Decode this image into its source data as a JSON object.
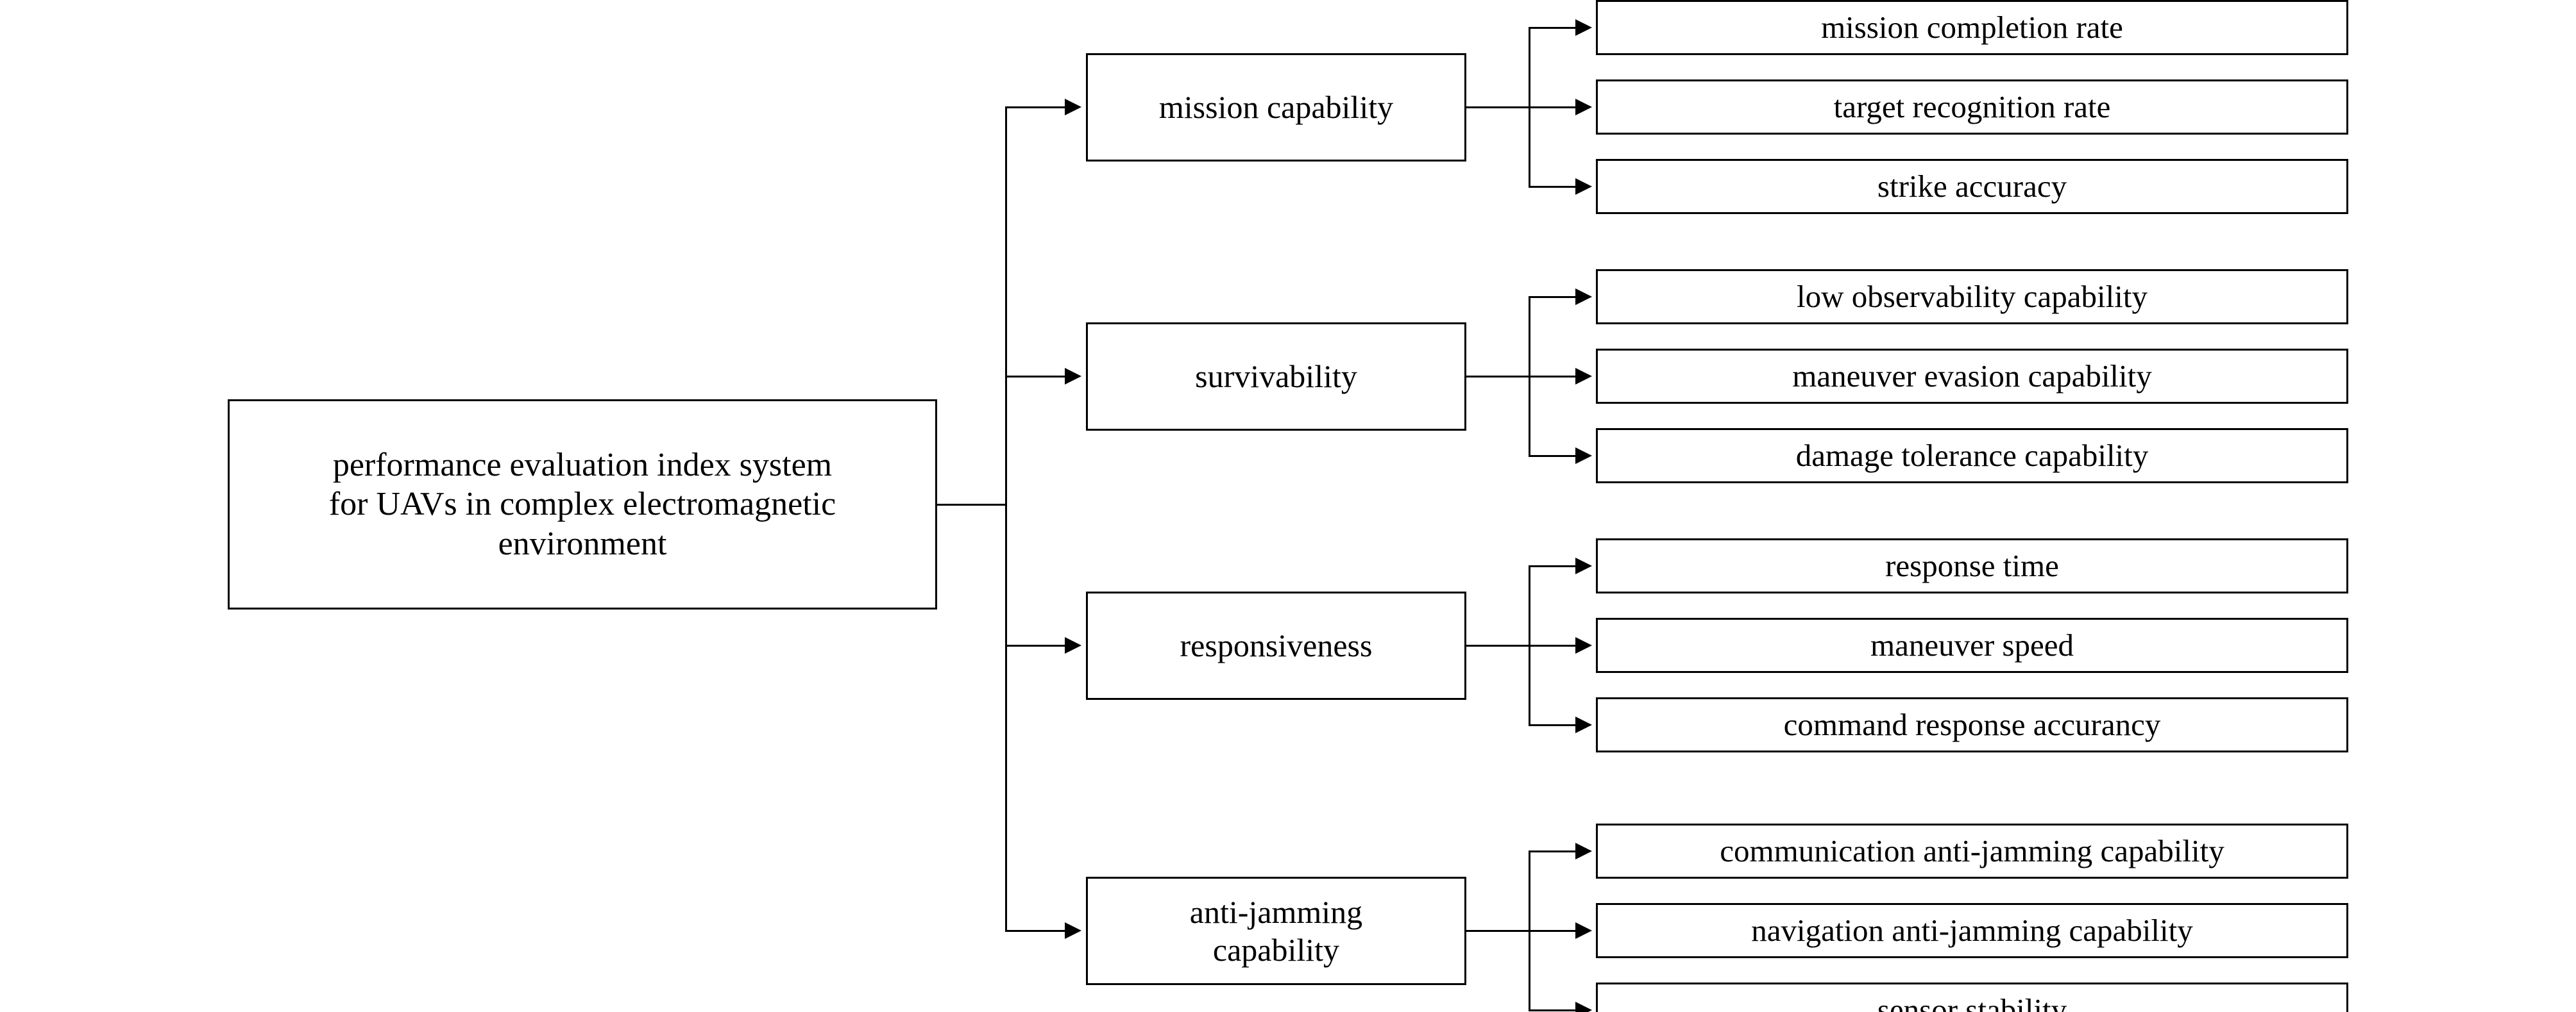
{
  "diagram": {
    "title": "performance evaluation index system for UAVs in complex electromagnetic environment",
    "type": "hierarchy-tree",
    "orientation": "left-to-right",
    "levels": 3,
    "colors": {
      "background": "#ffffff",
      "box_border": "#000000",
      "box_fill": "#ffffff",
      "connector": "#000000",
      "text": "#000000"
    },
    "root": {
      "label": "performance evaluation index system\nfor UAVs in complex electromagnetic\nenvironment"
    },
    "branches": [
      {
        "label": "mission capability",
        "children": [
          {
            "label": "mission completion rate"
          },
          {
            "label": "target recognition rate"
          },
          {
            "label": "strike accuracy"
          }
        ]
      },
      {
        "label": "survivability",
        "children": [
          {
            "label": "low observability capability"
          },
          {
            "label": "maneuver evasion capability"
          },
          {
            "label": "damage tolerance capability"
          }
        ]
      },
      {
        "label": "responsiveness",
        "children": [
          {
            "label": "response time"
          },
          {
            "label": "maneuver speed"
          },
          {
            "label": "command response accurancy"
          }
        ]
      },
      {
        "label": "anti-jamming\ncapability",
        "children": [
          {
            "label": "communication anti-jamming capability"
          },
          {
            "label": "navigation anti-jamming capability"
          },
          {
            "label": "sensor stability"
          }
        ]
      }
    ]
  }
}
